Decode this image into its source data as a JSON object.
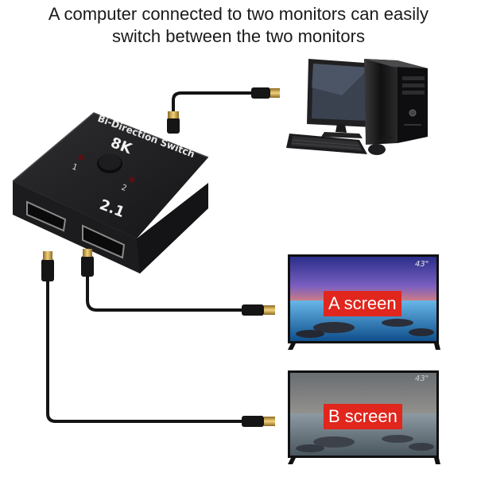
{
  "headline": {
    "line1": "A computer connected to two monitors can easily",
    "line2": "switch between the two monitors"
  },
  "switch_box": {
    "title": "Bi-Direction Switch",
    "resolution": "8K",
    "version": "2.1",
    "port_1": "1",
    "port_2": "2"
  },
  "monitors": {
    "a": {
      "label": "A screen",
      "size": "43\""
    },
    "b": {
      "label": "B screen",
      "size": "43\""
    }
  },
  "colors": {
    "label_bg": "#e0261d",
    "switch_body": "#1c1c1e",
    "cable": "#141414",
    "hdmi_gold": "#c9a24a"
  },
  "icons": [
    "desktop-computer-icon",
    "keyboard-icon",
    "mouse-icon",
    "hdmi-plug-icon",
    "tv-monitor-icon"
  ]
}
